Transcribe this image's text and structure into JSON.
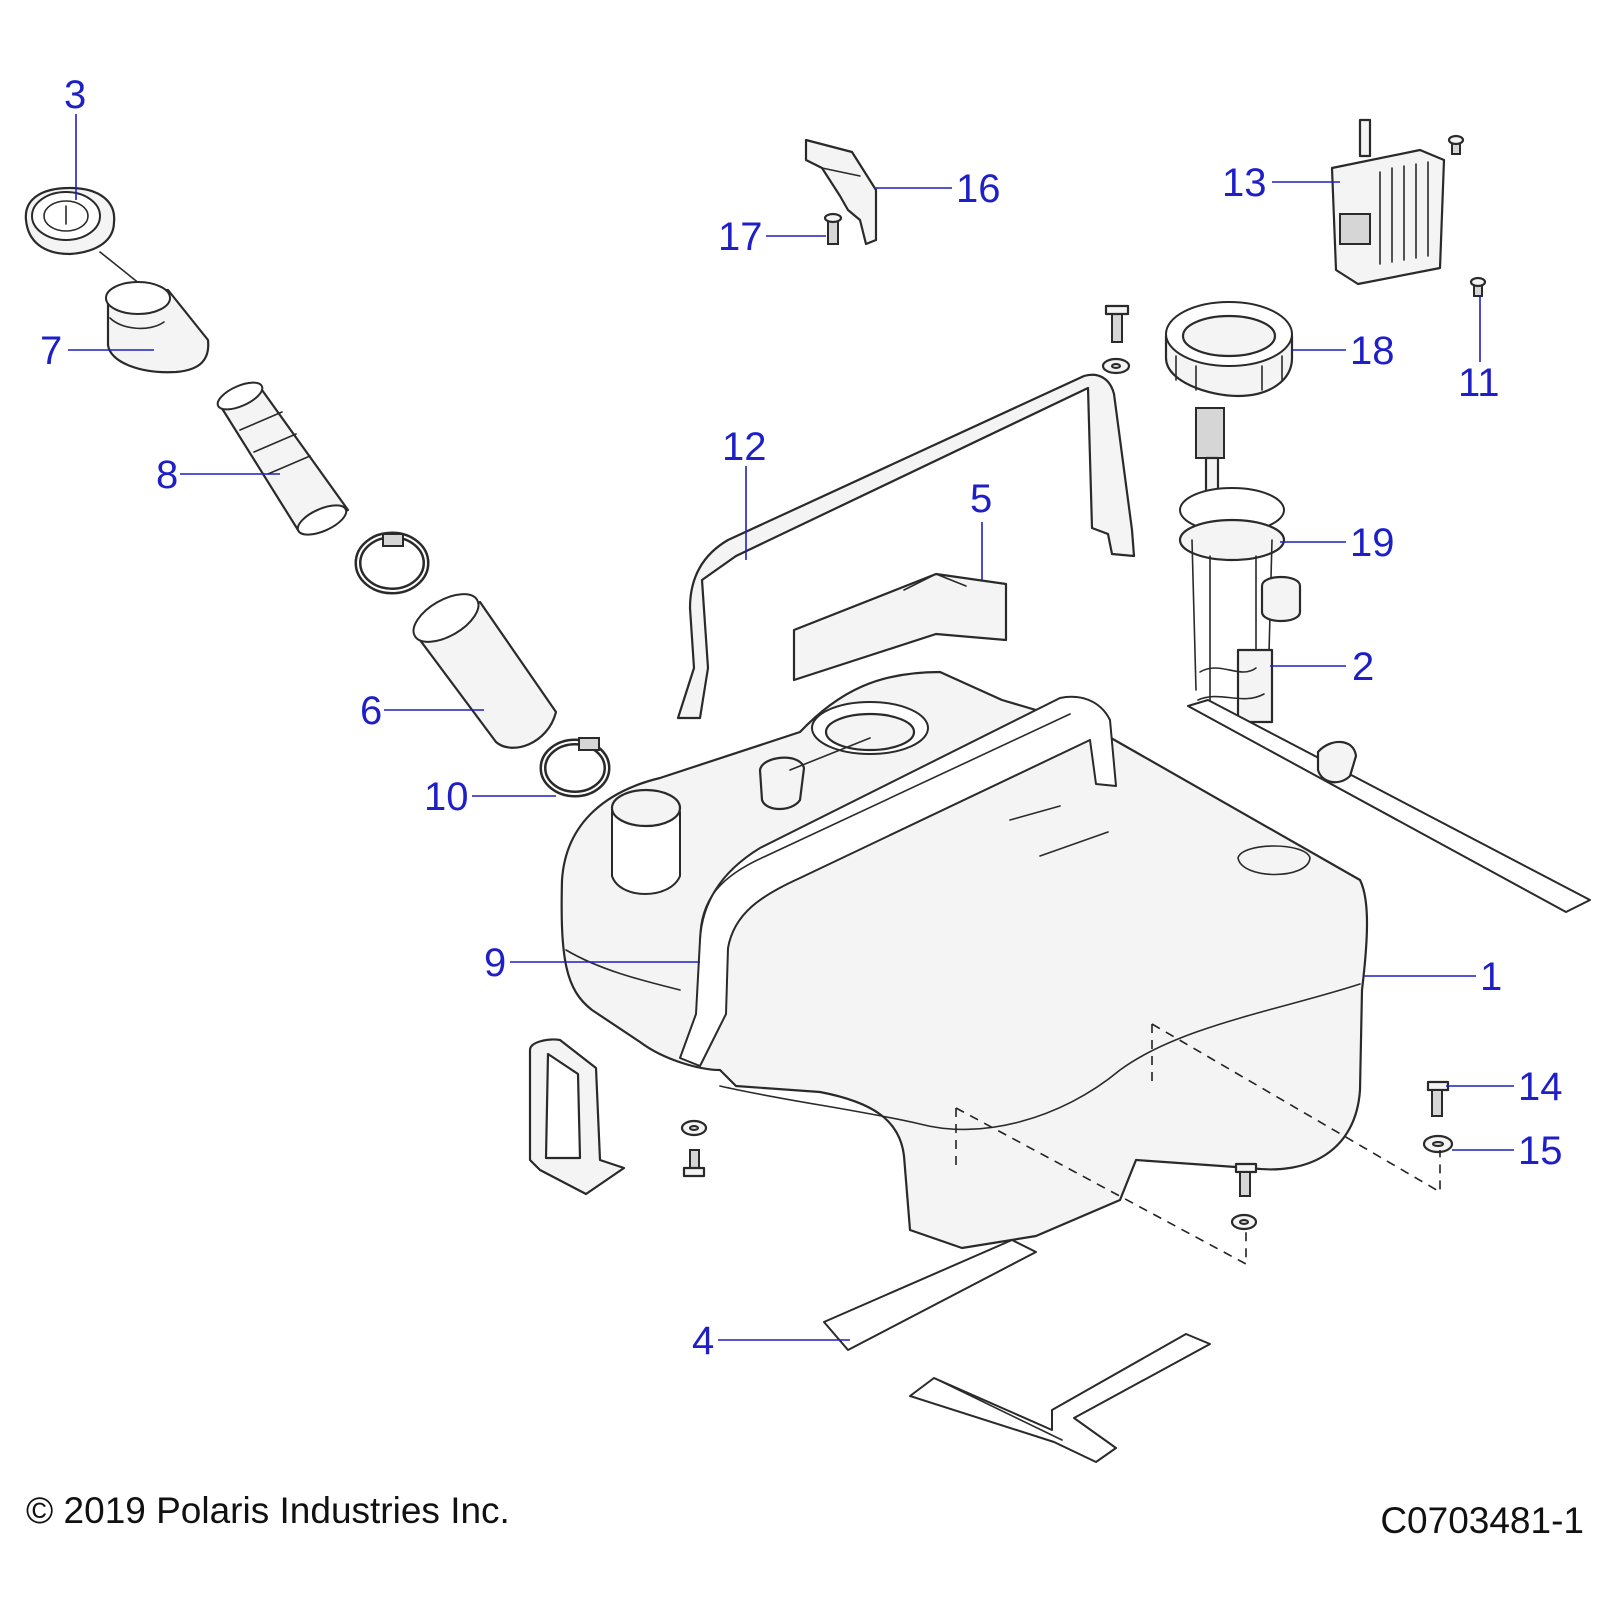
{
  "callouts": [
    {
      "id": "1",
      "label": "1"
    },
    {
      "id": "2",
      "label": "2"
    },
    {
      "id": "3",
      "label": "3"
    },
    {
      "id": "4",
      "label": "4"
    },
    {
      "id": "5",
      "label": "5"
    },
    {
      "id": "6",
      "label": "6"
    },
    {
      "id": "7",
      "label": "7"
    },
    {
      "id": "8",
      "label": "8"
    },
    {
      "id": "9",
      "label": "9"
    },
    {
      "id": "10",
      "label": "10"
    },
    {
      "id": "11",
      "label": "11"
    },
    {
      "id": "12",
      "label": "12"
    },
    {
      "id": "13",
      "label": "13"
    },
    {
      "id": "14",
      "label": "14"
    },
    {
      "id": "15",
      "label": "15"
    },
    {
      "id": "16",
      "label": "16"
    },
    {
      "id": "17",
      "label": "17"
    },
    {
      "id": "18",
      "label": "18"
    },
    {
      "id": "19",
      "label": "19"
    }
  ],
  "footer": {
    "copyright": "© 2019 Polaris Industries Inc.",
    "drawing_number": "C0703481-1"
  },
  "colors": {
    "callout": "#1f1fc8",
    "line": "#2a2a2a",
    "fill": "#f4f4f4"
  }
}
